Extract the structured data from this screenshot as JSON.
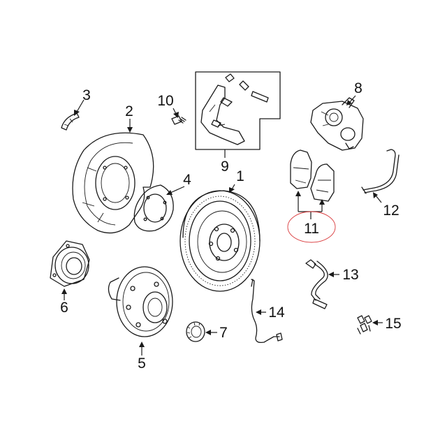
{
  "diagram": {
    "callouts": {
      "c1": "1",
      "c2": "2",
      "c3": "3",
      "c4": "4",
      "c5": "5",
      "c6": "6",
      "c7": "7",
      "c8": "8",
      "c9": "9",
      "c10": "10",
      "c11": "11",
      "c12": "12",
      "c13": "13",
      "c14": "14",
      "c15": "15"
    },
    "colors": {
      "line": "#1a1a1a",
      "highlight_circle": "#d9383a",
      "background": "#ffffff"
    }
  }
}
